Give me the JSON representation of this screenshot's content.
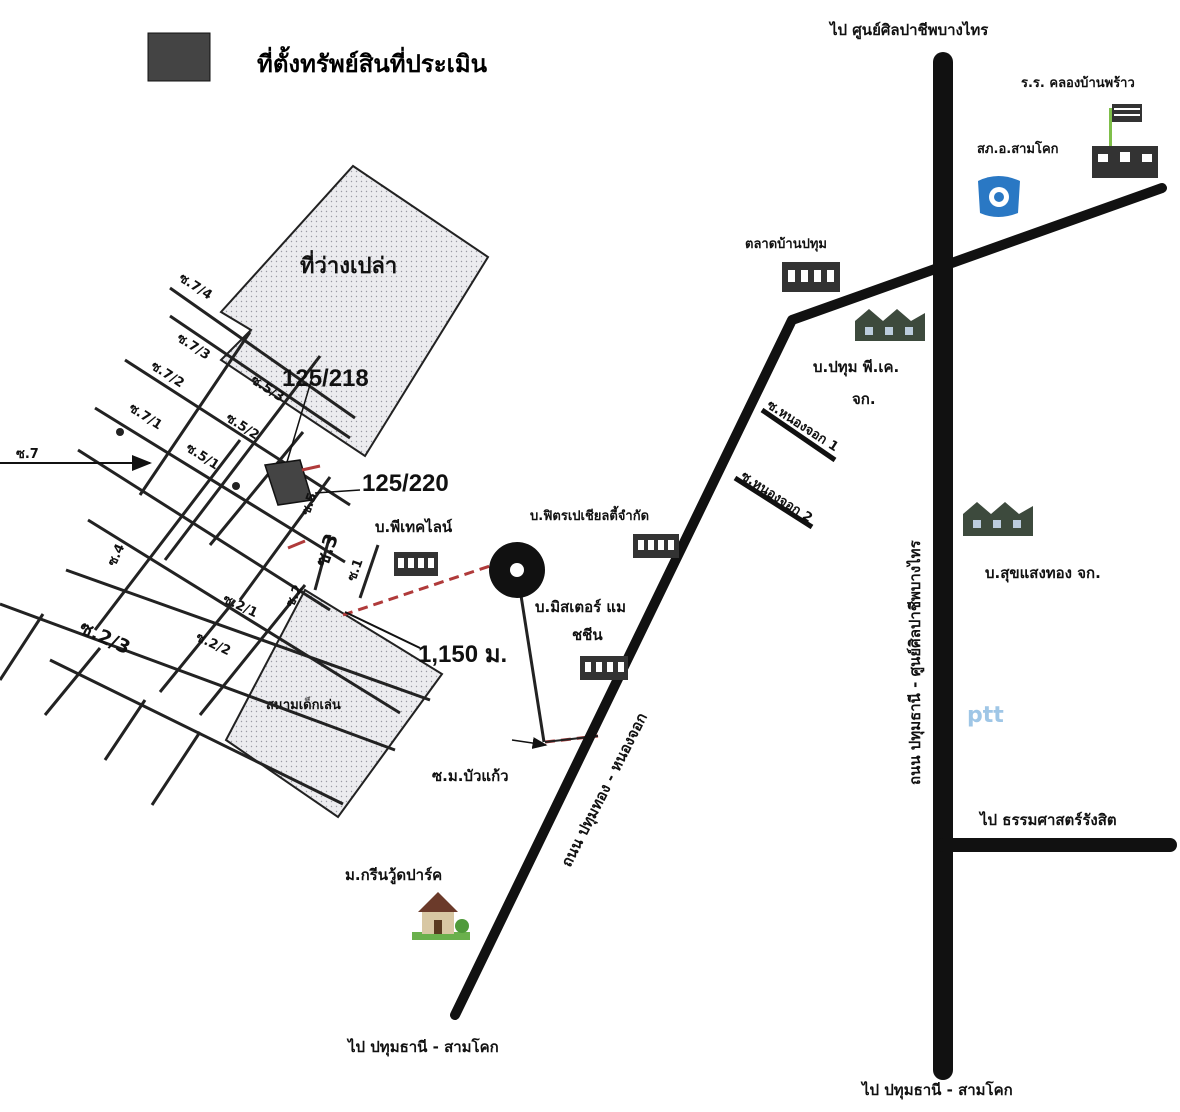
{
  "legend": {
    "label": "ที่ตั้งทรัพย์สินที่ประเมิน",
    "swatch_color": "#444444"
  },
  "plots": {
    "vacant_land": "ที่ว่างเปล่า",
    "playground": "สนามเด็กเล่น"
  },
  "lots": {
    "lot_a": "125/218",
    "lot_b": "125/220"
  },
  "distance": "1,150 ม.",
  "sois": {
    "s7": "ซ.7",
    "s7_4": "ซ.7/4",
    "s7_3": "ซ.7/3",
    "s7_2": "ซ.7/2",
    "s7_1": "ซ.7/1",
    "s5_3": "ซ.5/3",
    "s5_2": "ซ.5/2",
    "s5_1": "ซ.5/1",
    "s5": "ซ.5",
    "s3": "ซ.3",
    "s1": "ซ.1",
    "s4": "ซ.4",
    "s2": "ซ.2",
    "s2_1": "ซ.2/1",
    "s2_2": "ซ.2/2",
    "s2_3": "ซ.2/3",
    "nong_jok_1": "ซ.หนองจอก 1",
    "nong_jok_2": "ซ.หนองจอก 2",
    "mo_bua_kaew": "ซ.ม.บัวแก้ว"
  },
  "roads": {
    "pathum_thong_nong_jok": "ถนน ปทุมทอง - หนองจอก",
    "pathum_thani_ban_pho": "ถนน ปทุมธานี - ศูนย์ศิลปาชีพบางไทร"
  },
  "directions": {
    "top": "ไป ศูนย์ศิลปาชีพบางไทร",
    "bottom_left": "ไป ปทุมธานี - สามโคก",
    "bottom_right": "ไป ปทุมธานี - สามโคก",
    "right": "ไป ธรรมศาสตร์รังสิต"
  },
  "landmarks": {
    "school": "ร.ร. คลองบ้านพร้าว",
    "police": "สภ.อ.สามโคก",
    "market": "ตลาดบ้านปทุม",
    "pathum_pk": "บ.ปทุม พี.เค.",
    "pathum_pk_2": "จก.",
    "sukhsaengthong": "บ.สุขแสงทอง จก.",
    "ptt": "ptt",
    "pitech": "บ.พีเทคไลน์",
    "fitspecial": "บ.ฟิตรเปเชียลตี้จำกัด",
    "mister_machine": "บ.มิสเตอร์ แม",
    "mister_machine_2": "ชชีน",
    "green_wood": "ม.กรีนวู้ดปาร์ค"
  },
  "colors": {
    "road": "#111111",
    "plot_fill": "#e9e9ec",
    "dashed_route": "#b03a3a",
    "ptt": "#9fc6e6"
  }
}
